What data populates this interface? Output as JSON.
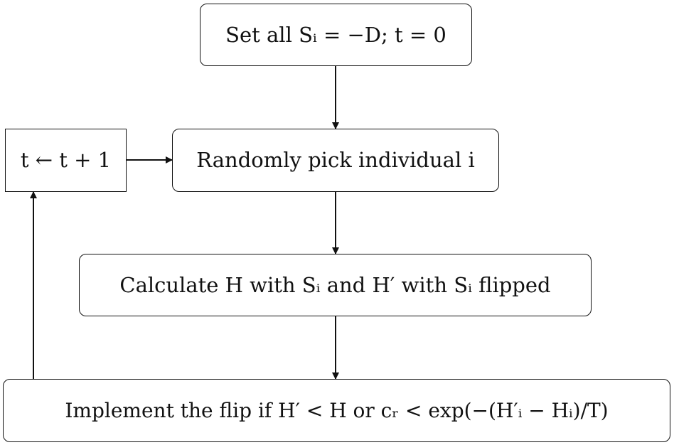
{
  "diagram": {
    "nodes": {
      "start": "Set all Sᵢ = −D; t = 0",
      "increment": "t ← t + 1",
      "pick": "Randomly pick individual i",
      "calculate": "Calculate H with Sᵢ and H′ with Sᵢ flipped",
      "implement": "Implement the flip if H′ < H or cᵣ < exp(−(H′ᵢ − Hᵢ)/T)"
    },
    "edges": [
      {
        "from": "start",
        "to": "pick"
      },
      {
        "from": "pick",
        "to": "calculate"
      },
      {
        "from": "calculate",
        "to": "implement"
      },
      {
        "from": "implement",
        "to": "increment"
      },
      {
        "from": "increment",
        "to": "pick"
      }
    ],
    "colors": {
      "line": "#111111",
      "background": "#ffffff"
    }
  }
}
